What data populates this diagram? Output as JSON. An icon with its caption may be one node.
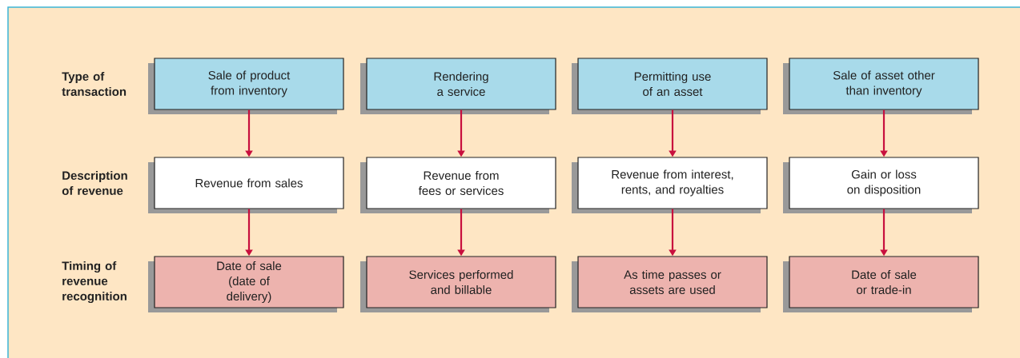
{
  "diagram": {
    "nodes": [
      {
        "text": [
          "Sale of product from inventory"
        ]
      },
      {
        "text": [
          "Rendering a service"
        ]
      },
      {
        "text": [
          "Permitting use of an asset"
        ]
      },
      {
        "text": [
          "Sale of asset other than inventory"
        ]
      },
      {
        "text": [
          "Revenue from sales"
        ]
      },
      {
        "text": [
          "Revenue from fees or services"
        ]
      },
      {
        "text": [
          "Revenue from interest, rents, and royalties"
        ]
      },
      {
        "text": [
          "Gain or loss on disposition"
        ]
      },
      {
        "text": [
          "Date of sale (date of delivery)"
        ]
      },
      {
        "text": [
          "Services performed and billable"
        ]
      },
      {
        "text": [
          "As time passes or assets are used"
        ]
      },
      {
        "text": [
          "Date of sale or trade-in"
        ]
      }
    ],
    "edges": [
      {
        "from": 0,
        "to": 4,
        "arrow": "to"
      },
      {
        "from": 1,
        "to": 5,
        "arrow": "to"
      },
      {
        "from": 2,
        "to": 6,
        "arrow": "to"
      },
      {
        "from": 3,
        "to": 7,
        "arrow": "to"
      },
      {
        "from": 4,
        "to": 8,
        "arrow": "to"
      },
      {
        "from": 5,
        "to": 9,
        "arrow": "to"
      },
      {
        "from": 6,
        "to": 10,
        "arrow": "to"
      },
      {
        "from": 7,
        "to": 11,
        "arrow": "to"
      }
    ],
    "labels": [
      "Type of transaction",
      "Description of revenue",
      "Timing of revenue recognition"
    ]
  }
}
